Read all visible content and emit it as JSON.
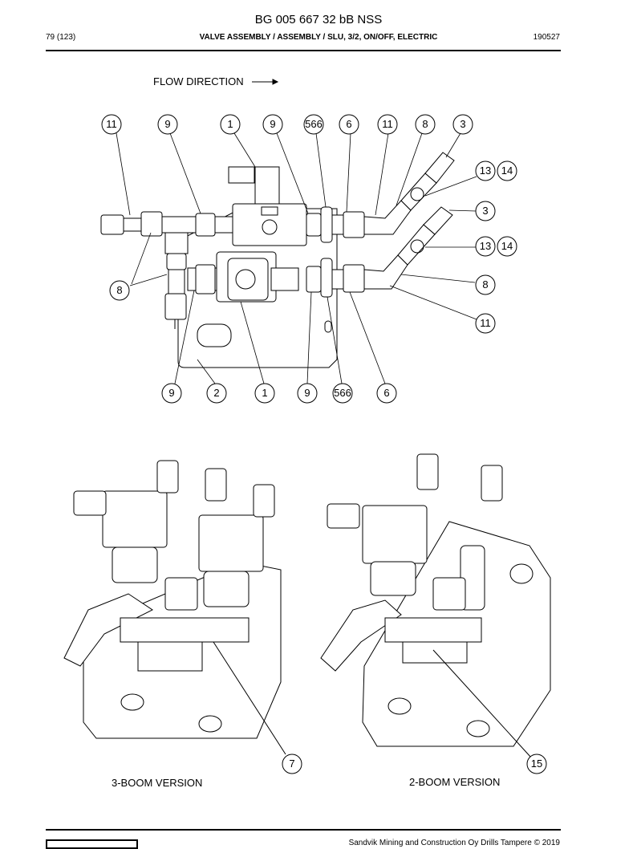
{
  "header": {
    "doc_title": "BG 005 667 32 bB NSS",
    "page_number": "79 (123)",
    "section_title": "VALVE ASSEMBLY / ASSEMBLY / SLU, 3/2, ON/OFF, ELECTRIC",
    "date_code": "190527"
  },
  "diagram": {
    "flow_direction_label": "FLOW DIRECTION",
    "callouts_top": [
      "11",
      "9",
      "1",
      "9",
      "566",
      "6",
      "11",
      "8",
      "3"
    ],
    "callouts_right": [
      "13",
      "14",
      "3",
      "13",
      "14",
      "8",
      "11"
    ],
    "callout_left": "8",
    "callouts_bottom": [
      "9",
      "2",
      "1",
      "9",
      "566",
      "6"
    ]
  },
  "lower_views": {
    "left_caption": "3-BOOM VERSION",
    "left_callout": "7",
    "right_caption": "2-BOOM VERSION",
    "right_callout": "15"
  },
  "footer": {
    "copyright": "Sandvik Mining and Construction Oy Drills Tampere © 2019"
  }
}
